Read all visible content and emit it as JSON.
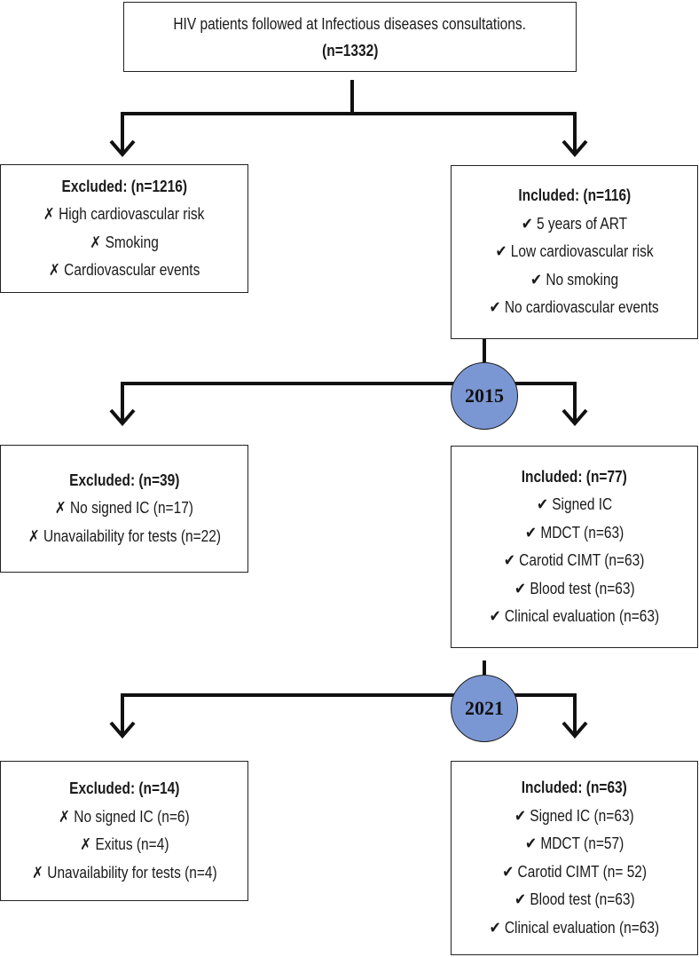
{
  "top": {
    "line1": "HIV patients followed at Infectious diseases consultations.",
    "line2": "(n=1332)"
  },
  "marks": {
    "cross": "✗",
    "check": "✔"
  },
  "stage1": {
    "excluded": {
      "title": "Excluded: (n=1216)",
      "items": [
        "High cardiovascular risk",
        "Smoking",
        "Cardiovascular events"
      ]
    },
    "included": {
      "title": "Included: (n=116)",
      "items": [
        "5 years of ART",
        "Low cardiovascular risk",
        "No smoking",
        "No cardiovascular events"
      ]
    }
  },
  "year1": "2015",
  "stage2": {
    "excluded": {
      "title": "Excluded: (n=39)",
      "items": [
        "No signed IC (n=17)",
        "Unavailability for tests (n=22)"
      ]
    },
    "included": {
      "title": "Included: (n=77)",
      "items": [
        "Signed IC",
        "MDCT (n=63)",
        "Carotid CIMT (n=63)",
        "Blood test (n=63)",
        "Clinical evaluation (n=63)"
      ]
    }
  },
  "year2": "2021",
  "stage3": {
    "excluded": {
      "title": "Excluded: (n=14)",
      "items": [
        "No signed IC (n=6)",
        "Exitus (n=4)",
        "Unavailability for tests (n=4)"
      ]
    },
    "included": {
      "title": "Included: (n=63)",
      "items": [
        "Signed IC (n=63)",
        "MDCT (n=57)",
        "Carotid CIMT (n= 52)",
        "Blood test (n=63)",
        "Clinical evaluation (n=63)"
      ]
    }
  }
}
